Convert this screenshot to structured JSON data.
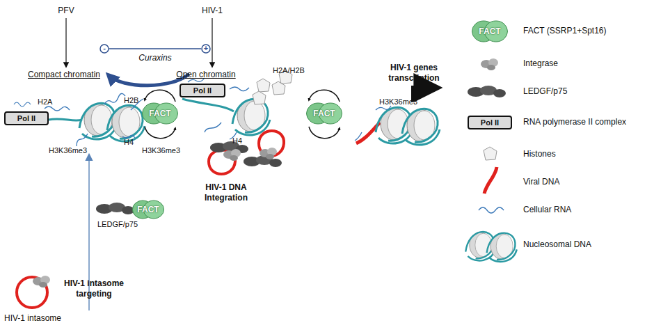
{
  "diagram": {
    "nodes": [
      {
        "text": [
          "-"
        ]
      },
      {
        "text": [
          "+"
        ]
      },
      {
        "text": [
          "Pol II"
        ]
      },
      {
        "text": [
          "Pol II"
        ]
      },
      {
        "text": [
          "FACT"
        ]
      },
      {
        "text": [
          "FACT"
        ]
      },
      {
        "text": [
          "FACT"
        ]
      },
      {
        "text": [
          "FACT"
        ]
      },
      {
        "text": [
          "Pol II"
        ]
      }
    ],
    "edges": [
      {
        "from": 0,
        "to": 1,
        "arrow": "none",
        "label": "Curaxins"
      }
    ],
    "labels": [
      "PFV",
      "HIV-1",
      "Compact chromatin",
      "Open chromatin",
      "HIV-1 genes transcription",
      "H2A",
      "H2B",
      "H4",
      "H3K36me3",
      "H2A/H2B",
      "H3K36me3",
      "H4",
      "H3K36me3",
      "HIV-1 DNA Integration",
      "LEDGF/p75",
      "HIV-1 intasome targeting",
      "HIV-1 intasome"
    ],
    "legend": [
      {
        "text": "FACT (SSRP1+Spt16)"
      },
      {
        "text": "Integrase"
      },
      {
        "text": "LEDGF/p75"
      },
      {
        "text": "RNA polymerase II complex"
      },
      {
        "text": "Histones"
      },
      {
        "text": "Viral DNA"
      },
      {
        "text": "Cellular RNA"
      },
      {
        "text": "Nucleosomal DNA"
      }
    ]
  }
}
